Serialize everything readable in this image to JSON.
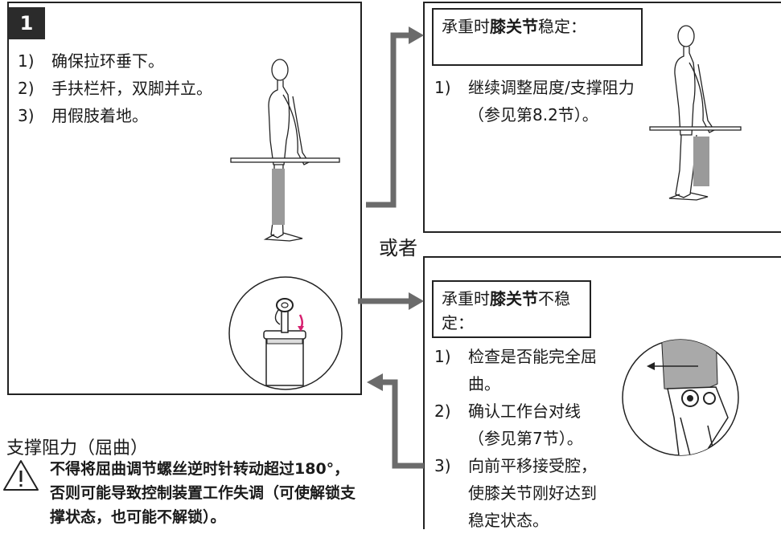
{
  "step": {
    "number": "1"
  },
  "left_panel": {
    "steps": [
      {
        "num": "1)",
        "text": "确保拉环垂下。"
      },
      {
        "num": "2)",
        "text": "手扶栏杆，双脚并立。"
      },
      {
        "num": "3)",
        "text": "用假肢着地。"
      }
    ]
  },
  "stable_panel": {
    "heading_prefix": "承重时",
    "heading_bold": "膝关节",
    "heading_suffix": "稳定：",
    "steps": [
      {
        "num": "1)",
        "text": "继续调整屈度/支撑阻力（参见第8.2节）。"
      }
    ]
  },
  "or_label": "或者",
  "unstable_panel": {
    "heading_prefix": "承重时",
    "heading_bold": "膝关节",
    "heading_suffix": "不稳定：",
    "steps": [
      {
        "num": "1)",
        "text": "检查是否能完全屈曲。"
      },
      {
        "num": "2)",
        "text": "确认工作台对线（参见第7节）。"
      },
      {
        "num": "3)",
        "text": "向前平移接受腔，使膝关节刚好达到稳定状态。"
      }
    ]
  },
  "section": {
    "title": "支撑阻力（屈曲）",
    "warning": "不得将屈曲调节螺丝逆时针转动超过180°，否则可能导致控制装置工作失调（可使解锁支撑状态，也可能不解锁）。"
  },
  "colors": {
    "arrow": "#6b6b6b",
    "prosthesis": "#9a9a9a",
    "accent": "#d6206f",
    "outline": "#222222"
  }
}
